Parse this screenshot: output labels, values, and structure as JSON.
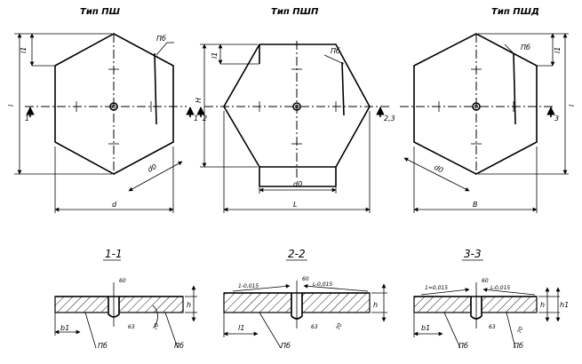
{
  "titles": {
    "view1": "Тип ПШ",
    "view2": "Тип ПШП",
    "view3": "Тип ПШД"
  },
  "sections": {
    "s1": "1-1",
    "s2": "2-2",
    "s3": "3-3"
  },
  "labels": {
    "pb": "Пб",
    "l1": "l1",
    "l": "l",
    "h": "H",
    "b": "B",
    "L": "L",
    "d": "d",
    "d0": "d0",
    "cut1": "1",
    "cut2": "2",
    "cut3": "3",
    "cut23": "2,3",
    "a60": "60",
    "a63": "63",
    "a70": "70",
    "tol1": "1-0,015",
    "tol2": "L-0,015",
    "tolA": "1=0,015",
    "b1": "b1",
    "h1": "h1",
    "hh": "h"
  }
}
